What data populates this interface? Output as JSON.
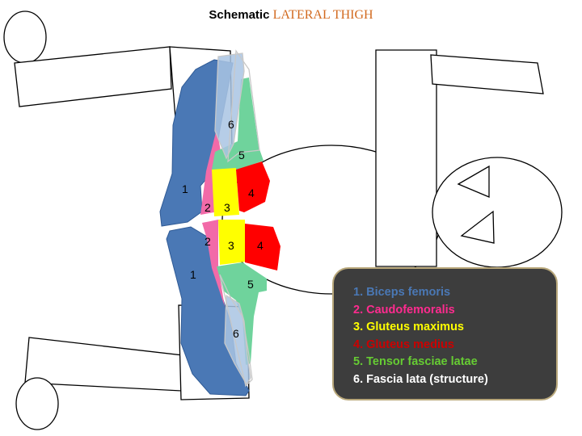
{
  "title": {
    "bold": "Schematic",
    "accent": "LATERAL THIGH",
    "accent_color": "#d2691e"
  },
  "regions": [
    {
      "num": "1",
      "color": "#4a78b5"
    },
    {
      "num": "2",
      "color": "#f26aa8"
    },
    {
      "num": "3",
      "color": "#ffff00"
    },
    {
      "num": "4",
      "color": "#ff0000"
    },
    {
      "num": "5",
      "color": "#6fd39c"
    },
    {
      "num": "6",
      "color": "#a9c4e3"
    }
  ],
  "legend": [
    {
      "text": "1. Biceps femoris",
      "color": "#4a78b5"
    },
    {
      "text": "2. Caudofemoralis",
      "color": "#ff2b8f"
    },
    {
      "text": "3. Gluteus maximus",
      "color": "#ffff00"
    },
    {
      "text": "4. Gluteus medius",
      "color": "#cc0000"
    },
    {
      "text": "5. Tensor fasciae latae",
      "color": "#66cc33"
    },
    {
      "text": "6. Fascia lata (structure)",
      "color": "#ffffff"
    }
  ]
}
